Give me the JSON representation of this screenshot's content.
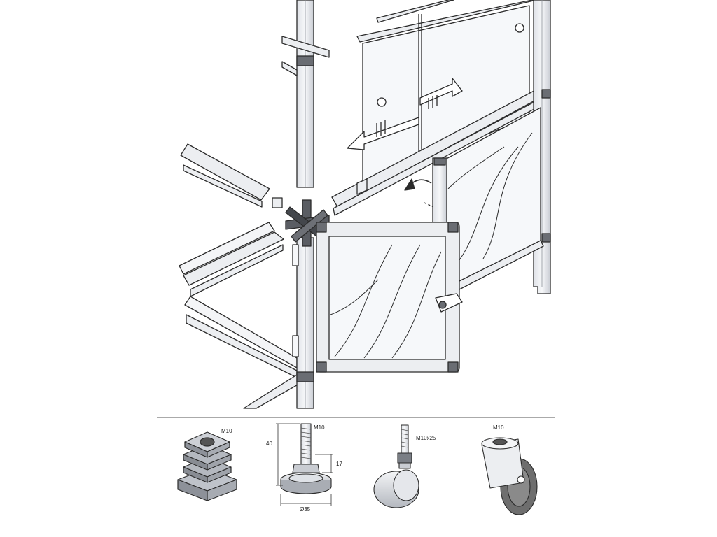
{
  "accessories": {
    "insert": {
      "label": "M10"
    },
    "foot": {
      "label": "M10",
      "height": "40",
      "height_small": "17",
      "diameter": "Ø35"
    },
    "glide": {
      "label": "M10x25"
    },
    "caster": {
      "label": "M10"
    }
  },
  "colors": {
    "line": "#2b2b2b",
    "metal": "#eceef1",
    "metal_dark": "#b9bdc4",
    "connector": "#555555",
    "wheel": "#6e6e6e",
    "glass": "#f6f8fa"
  }
}
